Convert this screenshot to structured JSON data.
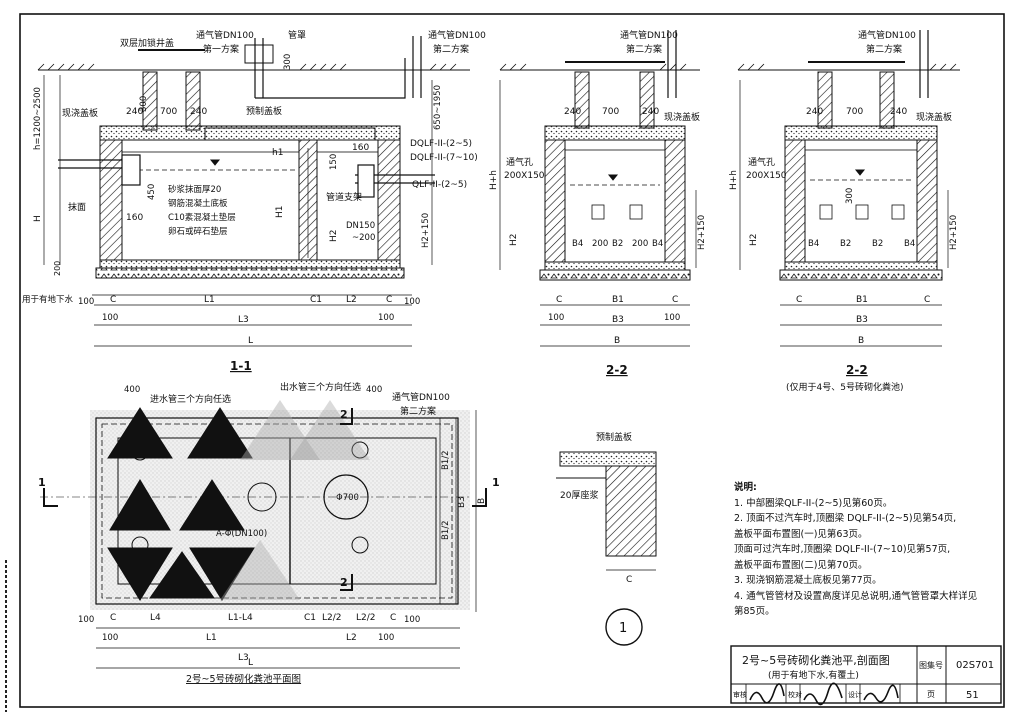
{
  "labels": {
    "double_cover": "双层加锁井盖",
    "vent_pipe_dn100": "通气管DN100",
    "plan_one": "第一方案",
    "plan_two": "第二方案",
    "pipe_cover": "管罩",
    "cast_cover": "现浇盖板",
    "precast_cover": "预制盖板",
    "mortar_plaster": "砂浆抹面厚20",
    "rc_bottom": "钢筋混凝土底板",
    "c10_cushion": "C10素混凝土垫层",
    "gravel_cushion": "卵石或碎石垫层",
    "plaster": "抹面",
    "pipe_support": "管道支架",
    "dn150": "DN150",
    "dn150_val": "~200",
    "groundwater": "用于有地下水",
    "beam_a": "DQLF-II-(2~5)",
    "beam_b": "DQLF-II-(7~10)",
    "beam_c": "QLF-II-(2~5)",
    "vent_hole": "通气孔",
    "vent_hole_size": "200X150",
    "inlet_pipe": "进水管三个方向任选",
    "outlet_pipe": "出水管三个方向任选",
    "precast_slab": "预制盖板",
    "mortar_20": "20厚座浆",
    "d700": "Φ700",
    "a_dn100": "A-Φ(DN100)",
    "dims": {
      "h_range": "h=1200~2500",
      "d650": "650~1950",
      "d300": "300",
      "d240": "240",
      "d700": "700",
      "d160": "160",
      "d150": "150",
      "d450": "450",
      "d200": "200",
      "d100": "100",
      "d400": "400",
      "h1": "h1",
      "H": "H",
      "H1": "H1",
      "H2": "H2",
      "H2p150": "H2+150",
      "Hh": "H+h",
      "C": "C",
      "L": "L",
      "L1": "L1",
      "L2": "L2",
      "L3": "L3",
      "L4": "L4",
      "L1L4": "L1-L4",
      "L22": "L2/2",
      "C1": "C1",
      "B": "B",
      "B1": "B1",
      "B2": "B2",
      "B3": "B3",
      "B4": "B4",
      "B12": "B1/2"
    }
  },
  "titles": {
    "sec11": "1-1",
    "sec22a": "2-2",
    "sec22b": "2-2",
    "sec22b_note": "(仅用于4号、5号砖砌化粪池)",
    "plan": "2号~5号砖砌化粪池平面图",
    "detail_num": "1",
    "cut_mark": "1",
    "cut_mark2": "2"
  },
  "notes": {
    "heading": "说明:",
    "items": [
      "1. 中部圈梁QLF-II-(2~5)见第60页。",
      "2. 顶面不过汽车时,顶圈梁 DQLF-II-(2~5)见第54页,",
      "   盖板平面布置图(一)见第63页。",
      "   顶面可过汽车时,顶圈梁 DQLF-II-(7~10)见第57页,",
      "   盖板平面布置图(二)见第70页。",
      "3. 现浇钢筋混凝土底板见第77页。",
      "4. 通气管管材及设置高度详见总说明,通气管管罩大样详见",
      "   第85页。"
    ]
  },
  "title_block": {
    "title": "2号~5号砖砌化粪池平,剖面图",
    "subtitle": "(用于有地下水,有覆土)",
    "atlas_label": "图集号",
    "atlas_no": "02S701",
    "review": "审核",
    "check": "校对",
    "design": "设计",
    "page_label": "页",
    "page_no": "51"
  }
}
